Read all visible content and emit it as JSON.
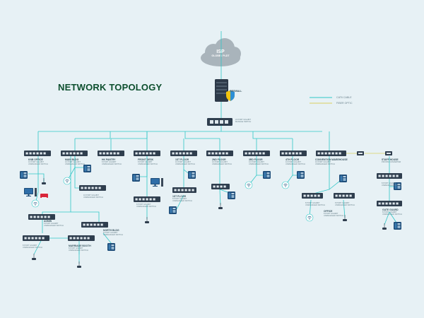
{
  "title": "NETWORK TOPOLOGY",
  "isp": {
    "name": "ISP",
    "provider": "GLOBE / PLDT"
  },
  "firewall": {
    "label": "FIREWALL"
  },
  "core_switch": {
    "line1": "24 PORT GIGABIT",
    "line2": "MANAGE SWITCH"
  },
  "legend": {
    "cat6": "CAT6 CABLE",
    "fiber": "FIBER OPTIC"
  },
  "colors": {
    "background": "#e7f1f5",
    "cat6": "#2fc7c7",
    "fiber": "#d8d060",
    "switch": "#2f3e4e",
    "device": "#1e4d79",
    "title": "#0d4f2e"
  },
  "nodes": [
    {
      "name": "KNB OFFICE",
      "line1": "16 PORT GIGABIT",
      "line2": "UNMANAGED SWITCH"
    },
    {
      "name": "MAIN BLDG",
      "line1": "16 PORT GIGABIT",
      "line2": "UNMANAGED SWITCH"
    },
    {
      "name": "HK PANTRY",
      "line1": "8 PORT GIGABIT",
      "line2": "UNMANAGED SWITCH"
    },
    {
      "name": "FRONT DESK",
      "line1": "8 PORT GIGABIT",
      "line2": "UNMANAGED SWITCH"
    },
    {
      "name": "1ST FLOOR",
      "line1": "16 PORT GIGABIT",
      "line2": "UNMANAGED SWITCH"
    },
    {
      "name": "2ND FLOOR",
      "line1": "16 PORT GIGABIT",
      "line2": "UNMANAGED SWITCH"
    },
    {
      "name": "3RD FLOOR",
      "line1": "16 PORT GIGABIT",
      "line2": "UNMANAGED SWITCH"
    },
    {
      "name": "4TH FLOOR",
      "line1": "16 PORT GIGABIT",
      "line2": "UNMANAGED SWITCH"
    },
    {
      "name": "CONVENTION WAREHOUSE",
      "line1": "16 PORT GIGABIT",
      "line2": "UNMANAGED SWITCH"
    },
    {
      "name": "STAFF HOUSE",
      "line1": "PROXIM CONVERTER",
      "line2": ""
    }
  ],
  "subnodes": {
    "main_sub": {
      "line1": "16 PORT GIGABIT",
      "line2": "UNMANAGED SWITCH"
    },
    "admin": {
      "name": "ADMIN",
      "line1": "8 PORT GIGABIT",
      "line2": "UNMANAGED SWITCH"
    },
    "north": {
      "name": "NORTH BLDG",
      "line1": "8 PORT GIGABIT",
      "line2": "UNMANAGED SWITCH"
    },
    "left_low": {
      "line1": "8 PORT GIGABIT",
      "line2": "UNMANAGED SWITCH"
    },
    "marriage": {
      "name": "MARRIAGE BOOTH",
      "line1": "8 PORT GIGABIT",
      "line2": "UNMANAGED SWITCH"
    },
    "front_sub": {
      "line1": "8 PORT GIGABIT",
      "line2": "UNMANAGED SWITCH"
    },
    "first_sub": {
      "name": "1ST FLOOR",
      "line1": "8 PORT GIGABIT",
      "line2": "UNMANAGED SWITCH"
    },
    "conv_left": {
      "line1": "8 PORT GIGABIT",
      "line2": "UNMANAGED SWITCH"
    },
    "office": {
      "name": "OFFICE",
      "line1": "8 PORT GIGABIT",
      "line2": "UNMANAGED SWITCH"
    },
    "conv_right": {
      "line1": "8 PORT GIGABIT",
      "line2": "UNMANAGED SWITCH"
    },
    "staff_sub": {
      "line1": "8 PORT GIGABIT",
      "line2": "UNMANAGED SWITCH"
    },
    "gate": {
      "name": "GATE GUARD",
      "line1": "8 PORT GIGABIT",
      "line2": "UNMANAGED SWITCH"
    }
  }
}
